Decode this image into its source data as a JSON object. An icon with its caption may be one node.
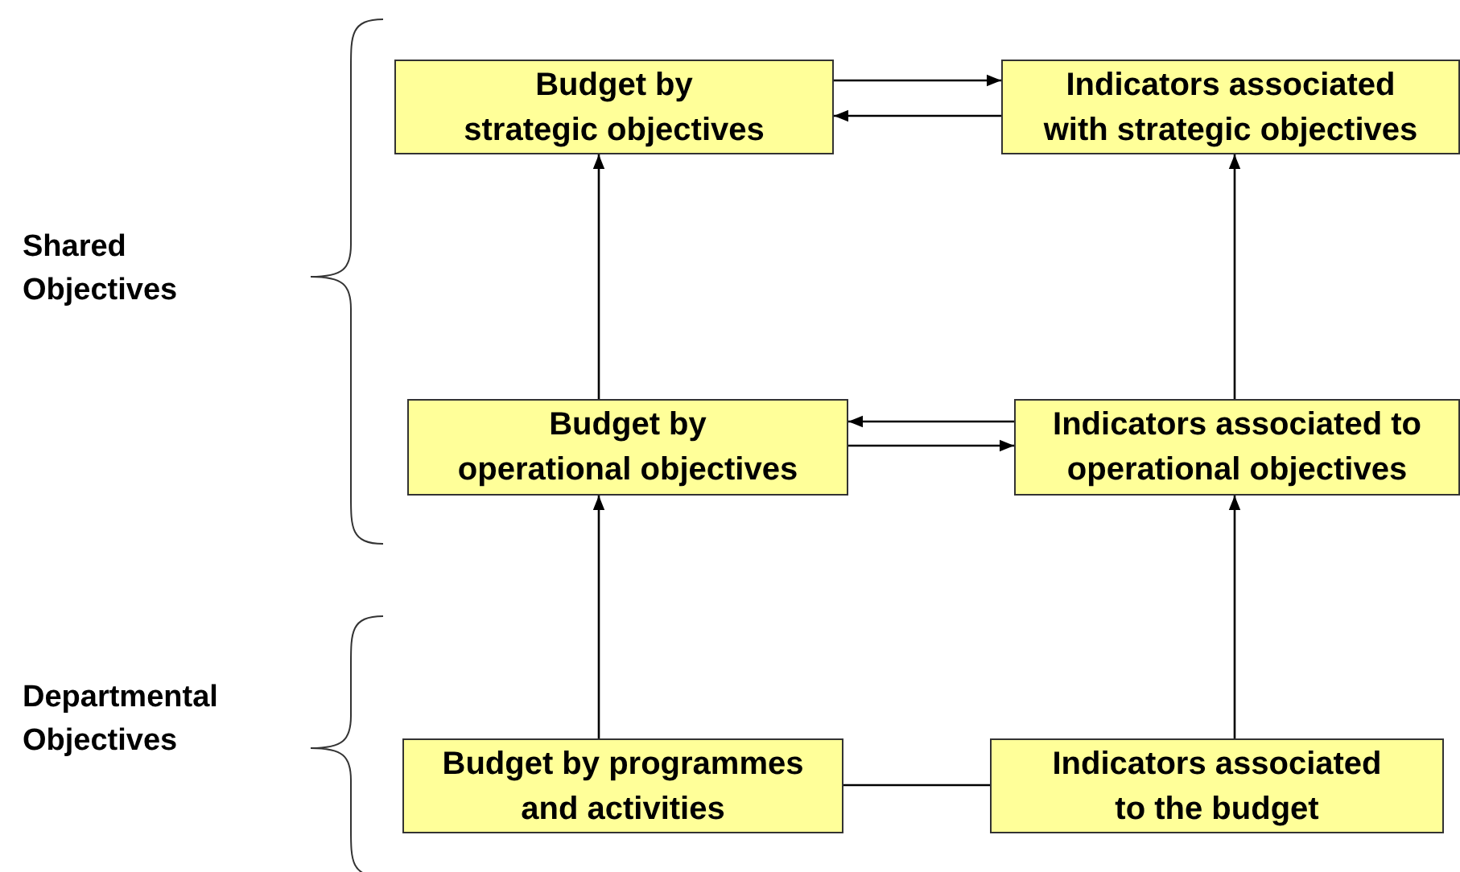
{
  "diagram": {
    "nodes": [
      {
        "text": [
          "Budget by strategic objectives"
        ]
      },
      {
        "text": [
          "Indicators associated with strategic objectives"
        ]
      },
      {
        "text": [
          "Budget by operational objectives"
        ]
      },
      {
        "text": [
          "Indicators associated to operational objectives"
        ]
      },
      {
        "text": [
          "Budget by programmes and activities"
        ]
      },
      {
        "text": [
          "Indicators associated to the budget"
        ]
      }
    ],
    "edges": [
      {
        "from": 0,
        "to": 1,
        "arrow": "to"
      },
      {
        "from": 1,
        "to": 0,
        "arrow": "to"
      },
      {
        "from": 3,
        "to": 2,
        "arrow": "to"
      },
      {
        "from": 2,
        "to": 3,
        "arrow": "to"
      },
      {
        "from": 2,
        "to": 0,
        "arrow": "to"
      },
      {
        "from": 3,
        "to": 1,
        "arrow": "to"
      },
      {
        "from": 4,
        "to": 2,
        "arrow": "to"
      },
      {
        "from": 5,
        "to": 3,
        "arrow": "to"
      },
      {
        "from": 4,
        "to": 5,
        "arrow": "none"
      }
    ],
    "labels": [
      "Shared Objectives",
      "Departmental Objectives"
    ]
  }
}
